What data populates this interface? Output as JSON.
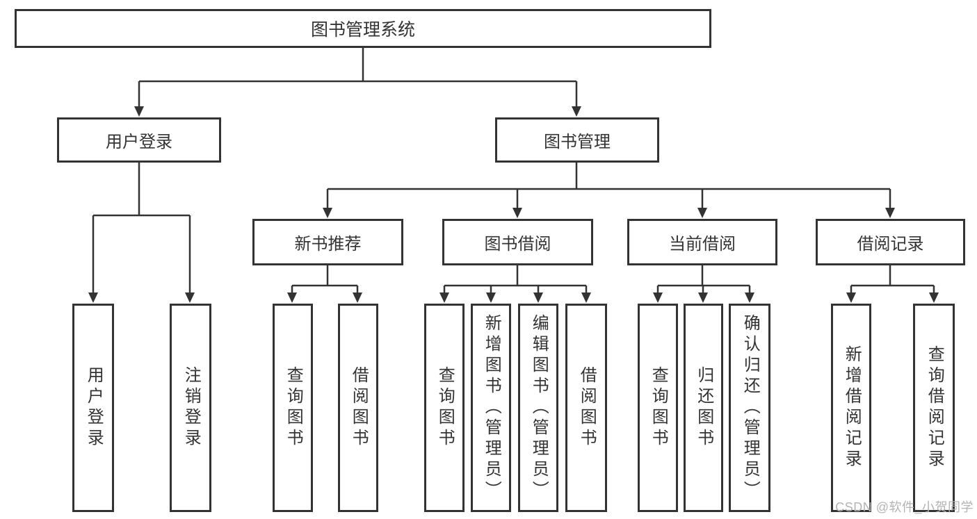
{
  "tree": {
    "root": "图书管理系统",
    "branches": [
      {
        "label": "用户登录",
        "children": [
          "用户登录",
          "注销登录"
        ]
      },
      {
        "label": "图书管理",
        "groups": [
          {
            "label": "新书推荐",
            "children": [
              "查询图书",
              "借阅图书"
            ]
          },
          {
            "label": "图书借阅",
            "children": [
              "查询图书",
              "新增图书（管理员）",
              "编辑图书（管理员）",
              "借阅图书"
            ]
          },
          {
            "label": "当前借阅",
            "children": [
              "查询图书",
              "归还图书",
              "确认归还（管理员）"
            ]
          },
          {
            "label": "借阅记录",
            "children": [
              "新增借阅记录",
              "查询借阅记录"
            ]
          }
        ]
      }
    ]
  },
  "watermark": "CSDN @软件_小贺同学",
  "colors": {
    "line": "#333333",
    "text": "#333333",
    "box_bg": "#ffffff",
    "watermark": "#b3b3b3"
  }
}
